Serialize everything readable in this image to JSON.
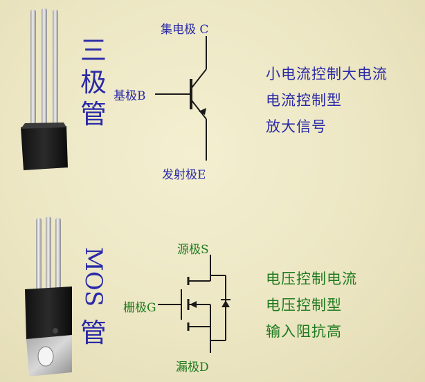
{
  "colors": {
    "bjt_text": "#2a2aa8",
    "mos_text": "#1f7a1f",
    "symbol_line": "#1a1a1a"
  },
  "bjt": {
    "title_chars": [
      "三",
      "极",
      "管"
    ],
    "collector_label": "集电极 C",
    "base_label": "基极B",
    "emitter_label": "发射极E",
    "description": [
      "小电流控制大电流",
      "电流控制型",
      "放大信号"
    ]
  },
  "mos": {
    "title_chars": [
      "MOS",
      "管"
    ],
    "source_label": "源极S",
    "gate_label": "栅极G",
    "drain_label": "漏极D",
    "description": [
      "电压控制电流",
      "电压控制型",
      "输入阻抗高"
    ]
  }
}
